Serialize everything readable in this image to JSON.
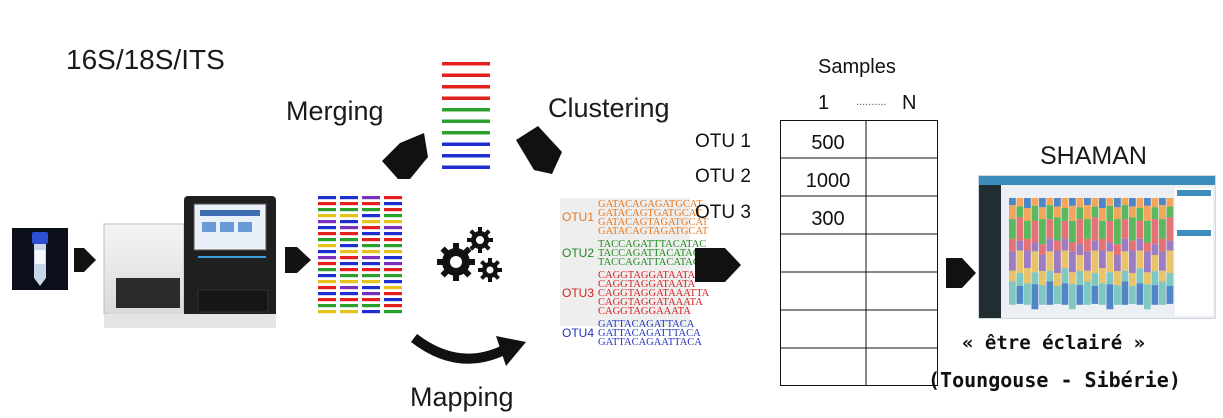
{
  "pipeline": {
    "title": "16S/18S/ITS",
    "steps": {
      "merging": "Merging",
      "clustering": "Clustering",
      "mapping": "Mapping"
    }
  },
  "reads": {
    "colors": [
      "#e3201b",
      "#e3201b",
      "#e3201b",
      "#e3201b",
      "#2ca02c",
      "#2ca02c",
      "#2ca02c",
      "#1f2fcf",
      "#1f2fcf",
      "#1f2fcf"
    ]
  },
  "merged_reads": {
    "pattern": [
      "#1f2fcf",
      "#e3201b",
      "#2ca02c",
      "#e6c21a",
      "#7b2fbf",
      "#1f2fcf",
      "#e3201b",
      "#2ca02c",
      "#e6c21a",
      "#1f2fcf",
      "#7b2fbf",
      "#e3201b",
      "#2ca02c",
      "#1f2fcf",
      "#e6c21a",
      "#e3201b"
    ]
  },
  "otu_sequences": [
    {
      "label": "OTU1",
      "color": "#e8761c",
      "seqs": [
        "GATACAGAGATGCAT",
        "GATACAGTGATGCAT",
        "GATACAGTAGATGCAT",
        "GATACAGTAGATGCAT"
      ]
    },
    {
      "label": "OTU2",
      "color": "#1e8a1e",
      "seqs": [
        "TACCAGATTTACATAC",
        "TACCAGATTACATAC",
        "TACCAGATTACATAC"
      ]
    },
    {
      "label": "OTU3",
      "color": "#d62020",
      "seqs": [
        "CAGGTAGGATAATA",
        "CAGGTAGGATAATA",
        "CAGGTAGGATAAATTA",
        "CAGGTAGGATAAATA",
        "CAGGTAGGAAATA"
      ]
    },
    {
      "label": "OTU4",
      "color": "#2233bb",
      "seqs": [
        "GATTACAGATTACA",
        "GATTACAGATTTACA",
        "GATTACAGAATTACA"
      ]
    }
  ],
  "table": {
    "samples_label": "Samples",
    "col_start": "1",
    "col_dots": "..........",
    "col_end": "N",
    "rows": [
      {
        "label": "OTU 1",
        "value": "500"
      },
      {
        "label": "OTU 2",
        "value": "1000"
      },
      {
        "label": "OTU 3",
        "value": "300"
      }
    ]
  },
  "shaman": {
    "title": "SHAMAN",
    "quote": "« être éclairé »",
    "origin": "(Toungouse - Sibérie)"
  },
  "icons": {
    "tube": "sample-tube-icon",
    "sequencer": "sequencer-icon",
    "gears": "gears-icon",
    "arrow": "arrow-icon",
    "curved_arrow": "curved-arrow-icon"
  }
}
